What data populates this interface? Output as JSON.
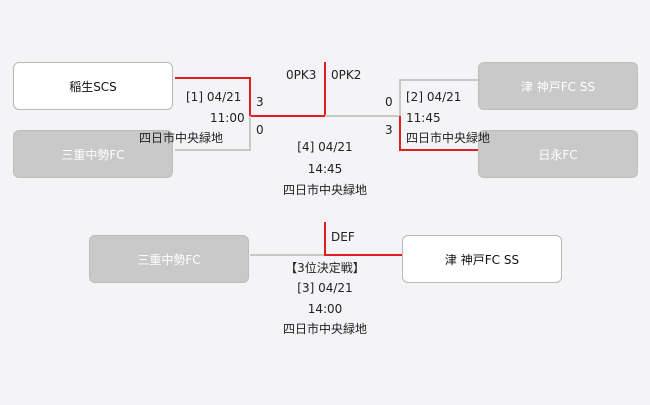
{
  "teams": {
    "inou": "稲生SCS",
    "tsu_kanbe": "津 神戸FC SS",
    "mie_chusei": "三重中勢FC",
    "hinaga": "日永FC"
  },
  "semi1": {
    "label": "[1] 04/21",
    "time": "11:00",
    "venue": "四日市中央緑地",
    "score_top": "3",
    "score_bottom": "0"
  },
  "semi2": {
    "label": "[2] 04/21",
    "time": "11:45",
    "venue": "四日市中央緑地",
    "score_top": "0",
    "score_bottom": "3"
  },
  "final": {
    "pk_left": "0PK3",
    "pk_right": "0PK2",
    "label": "[4] 04/21",
    "time": "14:45",
    "venue": "四日市中央緑地"
  },
  "third": {
    "note": "DEF",
    "title": "【3位決定戦】",
    "label": "[3] 04/21",
    "time": "14:00",
    "venue": "四日市中央緑地"
  },
  "colors": {
    "win_line": "#e02020",
    "lose_line": "#c8c8c8"
  }
}
